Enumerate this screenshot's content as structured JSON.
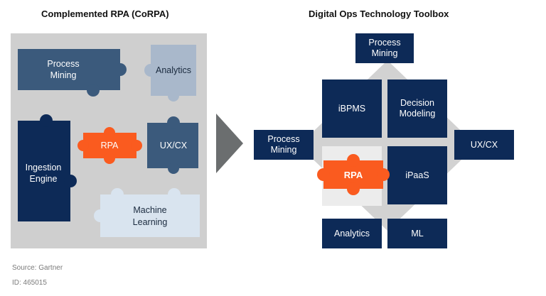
{
  "left": {
    "title": "Complemented RPA (CoRPA)",
    "pieces": {
      "process_mining": "Process Mining",
      "analytics": "Analytics",
      "ingestion_engine": "Ingestion Engine",
      "rpa": "RPA",
      "ux_cx": "UX/CX",
      "machine_learning": "Machine Learning"
    }
  },
  "right": {
    "title": "Digital Ops Technology Toolbox",
    "boxes": {
      "process_mining_top": "Process\nMining",
      "ibpms": "iBPMS",
      "decision_modeling": "Decision\nModeling",
      "process_mining_left": "Process\nMining",
      "ux_cx": "UX/CX",
      "rpa": "RPA",
      "ipaas": "iPaaS",
      "analytics": "Analytics",
      "ml": "ML"
    }
  },
  "footer": {
    "source": "Source: Gartner",
    "id": "ID: 465015"
  },
  "colors": {
    "navy": "#0d2a57",
    "slate": "#3b5a7c",
    "light_slate": "#a9b8cb",
    "pale_blue": "#d9e4ef",
    "orange": "#fa5b1f",
    "grey_panel": "#cfcfcf",
    "arrow": "#6b6e6f"
  }
}
